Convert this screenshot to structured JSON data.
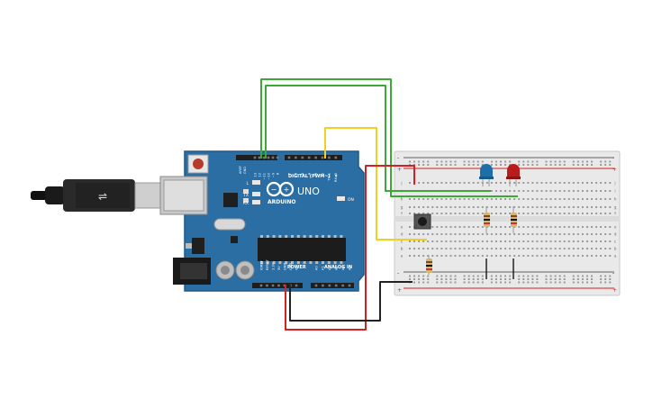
{
  "board": {
    "brand": "ARDUINO",
    "model": "UNO",
    "digital_header": "DIGITAL (PWM~)",
    "power_header": "POWER",
    "analog_header": "ANALOG IN",
    "aref": "AREF",
    "gnd": "GND",
    "on_label": "ON",
    "l_label": "L",
    "tx_label": "TX",
    "rx_label": "RX",
    "digital_pins": [
      "13",
      "12",
      "~11",
      "~10",
      "~9",
      "8",
      "7",
      "~6",
      "~5",
      "4",
      "~3",
      "2",
      "TX▸1",
      "RX◀0"
    ],
    "power_pins": [
      "IOREF",
      "RESET",
      "3.3V",
      "5V",
      "GND",
      "GND",
      "Vin"
    ],
    "analog_pins": [
      "A0",
      "A1",
      "A2",
      "A3",
      "A4",
      "A5"
    ]
  },
  "breadboard": {
    "row_letters_top": [
      "j",
      "i",
      "h",
      "g",
      "f"
    ],
    "row_letters_bottom": [
      "e",
      "d",
      "c",
      "b",
      "a"
    ],
    "plus": "+",
    "minus": "-"
  },
  "colors": {
    "board": "#2b6ea3",
    "board_edge": "#1f5a8a",
    "wire_green": "#3aaa35",
    "wire_yellow": "#f0d020",
    "wire_red": "#d42020",
    "wire_black": "#222222",
    "led_blue": "#1e6fa8",
    "led_red": "#b81c1c",
    "breadboard": "#e9e9e9"
  }
}
